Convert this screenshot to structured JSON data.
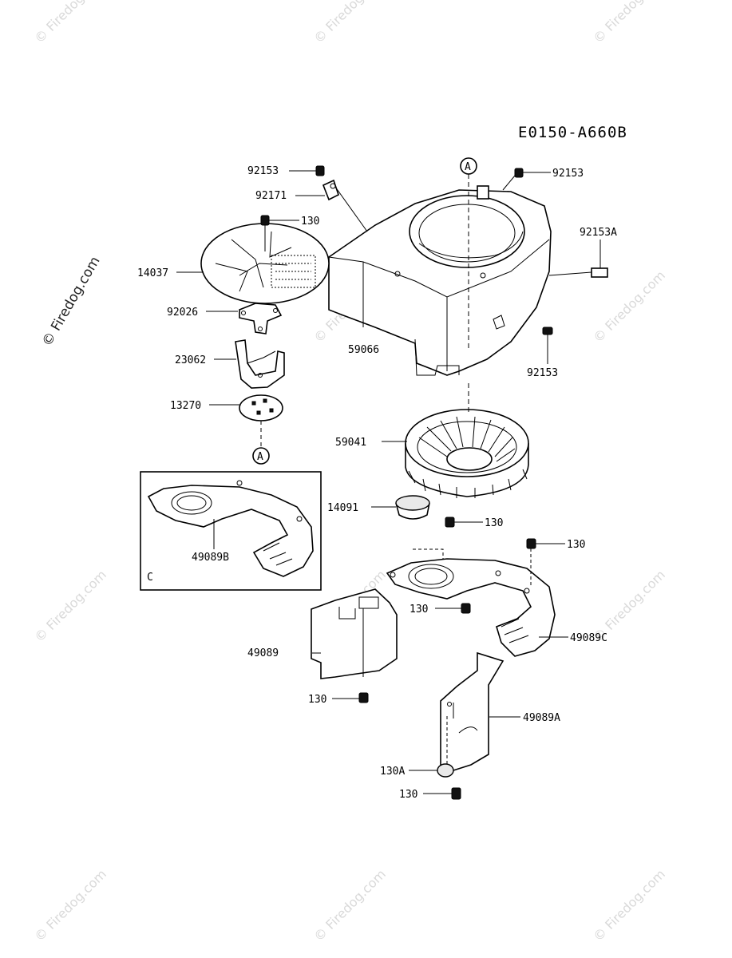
{
  "diagram_code": "E0150-A660B",
  "watermark_side": "© Firedog.com",
  "watermark_tile": "© Firedog.com",
  "inset_label": "C",
  "reference_marker": "A",
  "part_labels": {
    "bolt_top_left": "92153",
    "clip_top_left": "92171",
    "bolt_screen": "130",
    "screen": "14037",
    "plate": "92026",
    "bracket": "23062",
    "damper": "13270",
    "bolt_top_right": "92153",
    "bolt_right": "92153A",
    "fan_housing": "59066",
    "bolt_housing_low": "92153",
    "fan": "59041",
    "hub": "14091",
    "bolt_hub": "130",
    "bolt_baffle_right": "130",
    "inset_baffle": "49089B",
    "bolt_baffle_mid": "130",
    "baffle_c": "49089C",
    "baffle_left": "49089",
    "bolt_baffle_left": "130",
    "baffle_a": "49089A",
    "grommet": "130A",
    "bolt_baffle_a": "130"
  }
}
